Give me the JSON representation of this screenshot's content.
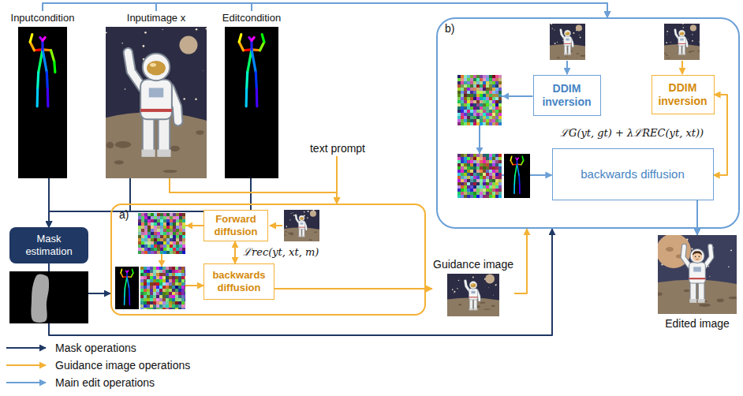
{
  "diagram": {
    "nodes": [
      {
        "text": [
          "Inputcondition"
        ]
      },
      {
        "text": [
          "Inputimage x"
        ]
      },
      {
        "text": [
          "Editcondition"
        ]
      },
      {
        "text": [
          "text prompt"
        ]
      },
      {
        "text": [
          "Mask estimation"
        ]
      },
      {
        "text": [
          "a)"
        ]
      },
      {
        "text": [
          "Forward diffusion"
        ],
        "in": 5
      },
      {
        "text": [
          "backwards diffusion"
        ],
        "in": 5
      },
      {
        "text": [
          "Guidance image"
        ]
      },
      {
        "text": [
          "b)"
        ]
      },
      {
        "text": [
          "DDIM inversion"
        ],
        "in": 9
      },
      {
        "text": [
          "DDIM inversion"
        ],
        "in": 9
      },
      {
        "text": [
          "backwards diffusion"
        ],
        "in": 9
      },
      {
        "text": [
          "Edited image"
        ]
      }
    ],
    "edges": [
      {
        "from": 0,
        "to": 9,
        "arrow": "to"
      },
      {
        "from": 1,
        "to": 9,
        "arrow": "to"
      },
      {
        "from": 2,
        "to": 9,
        "arrow": "to"
      },
      {
        "from": 0,
        "to": 4,
        "arrow": "to"
      },
      {
        "from": 1,
        "to": 4,
        "arrow": "to"
      },
      {
        "from": 2,
        "to": 4,
        "arrow": "to"
      },
      {
        "from": 1,
        "to": 5,
        "arrow": "to"
      },
      {
        "from": 3,
        "to": 5,
        "arrow": "to"
      },
      {
        "from": 4,
        "to": 5,
        "arrow": "to"
      },
      {
        "from": 4,
        "to": 9,
        "arrow": "to"
      },
      {
        "from": 6,
        "to": 7,
        "arrow": "to"
      },
      {
        "from": 6,
        "to": 7,
        "label": "ℒrec(yt, xt, m)",
        "arrow": "both"
      },
      {
        "from": 7,
        "to": 8,
        "arrow": "to"
      },
      {
        "from": 8,
        "to": 9,
        "arrow": "to"
      },
      {
        "from": 10,
        "to": 12,
        "arrow": "to"
      },
      {
        "from": 11,
        "to": 12,
        "arrow": "both"
      },
      {
        "from": 12,
        "to": 13,
        "arrow": "to"
      }
    ],
    "labels": [
      "ℒG(yt, gt) + λℒREC(yt, xt))"
    ],
    "legend": [
      {
        "text": "Mask operations"
      },
      {
        "text": "Guidance image operations"
      },
      {
        "text": "Main edit operations"
      }
    ]
  }
}
